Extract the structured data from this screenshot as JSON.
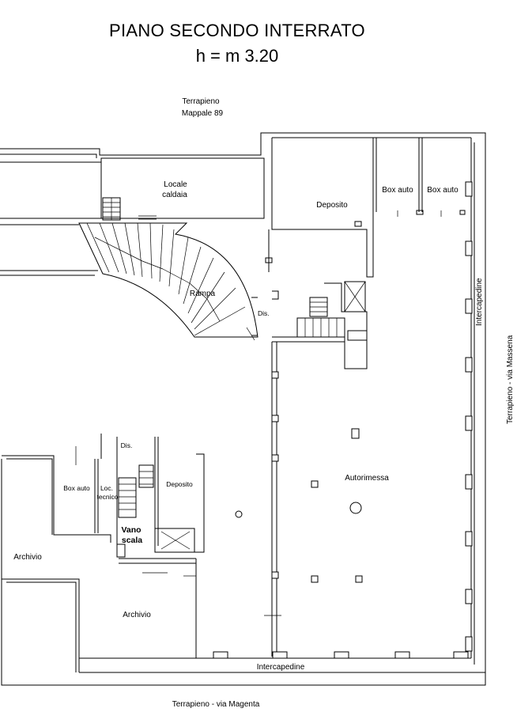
{
  "title": {
    "line1": "PIANO SECONDO INTERRATO",
    "line2": "h = m 3.20"
  },
  "surroundings": {
    "north_line1": "Terrapieno",
    "north_line2": "Mappale 89",
    "east": "Terrapieno - via Massena",
    "south": "Terrapieno - via Magenta"
  },
  "rooms": {
    "locale_caldaia_1": "Locale",
    "locale_caldaia_2": "caldaia",
    "deposito_north": "Deposito",
    "box_auto_1": "Box auto",
    "box_auto_2": "Box auto",
    "intercapedine_east": "Intercapedine",
    "rampa": "Rampa",
    "dis_ramp": "Dis.",
    "dis_core": "Dis.",
    "box_auto_small": "Box auto",
    "loc_tecnico_1": "Loc.",
    "loc_tecnico_2": "tecnico",
    "deposito_small": "Deposito",
    "autorimessa": "Autorimessa",
    "vano_scala_1": "Vano",
    "vano_scala_2": "scala",
    "archivio_1": "Archivio",
    "archivio_2": "Archivio",
    "intercapedine_south": "Intercapedine"
  }
}
